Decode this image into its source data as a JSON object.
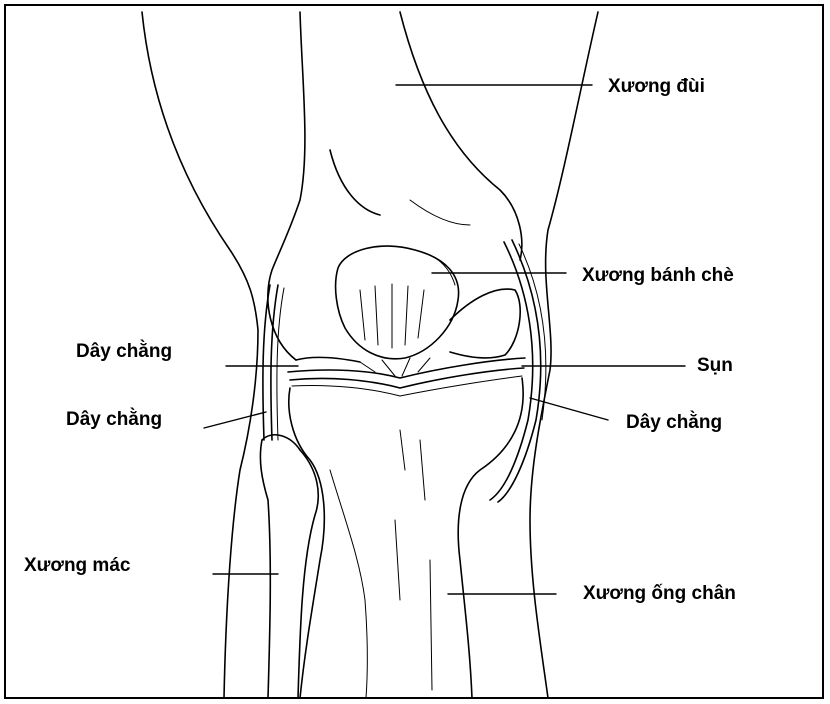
{
  "labels": {
    "femur": "Xương đùi",
    "patella": "Xương bánh chè",
    "ligament_upper_left": "Dây chằng",
    "cartilage": "Sụn",
    "ligament_lower_left": "Dây chằng",
    "ligament_right": "Dây chằng",
    "fibula": "Xương mác",
    "tibia": "Xương ống chân"
  },
  "colors": {
    "line": "#000000",
    "background": "#ffffff",
    "frame": "#000000"
  }
}
